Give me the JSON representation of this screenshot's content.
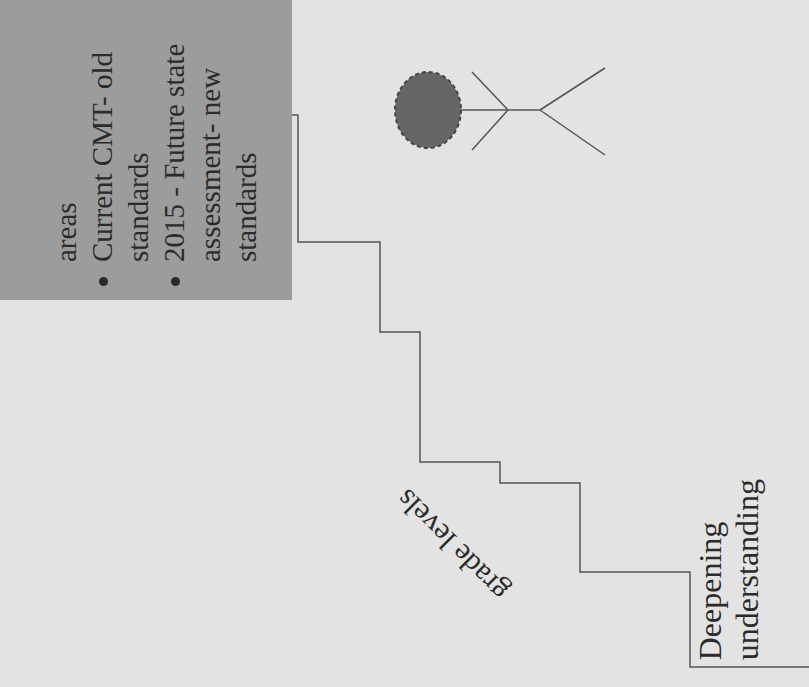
{
  "diagram": {
    "nodes": [
      {
        "text": [
          "areas",
          "Current CMT- old standards",
          "2015 - Future state assessment- new standards"
        ]
      }
    ],
    "labels": [
      "grade levels",
      "Deepening understanding"
    ]
  }
}
